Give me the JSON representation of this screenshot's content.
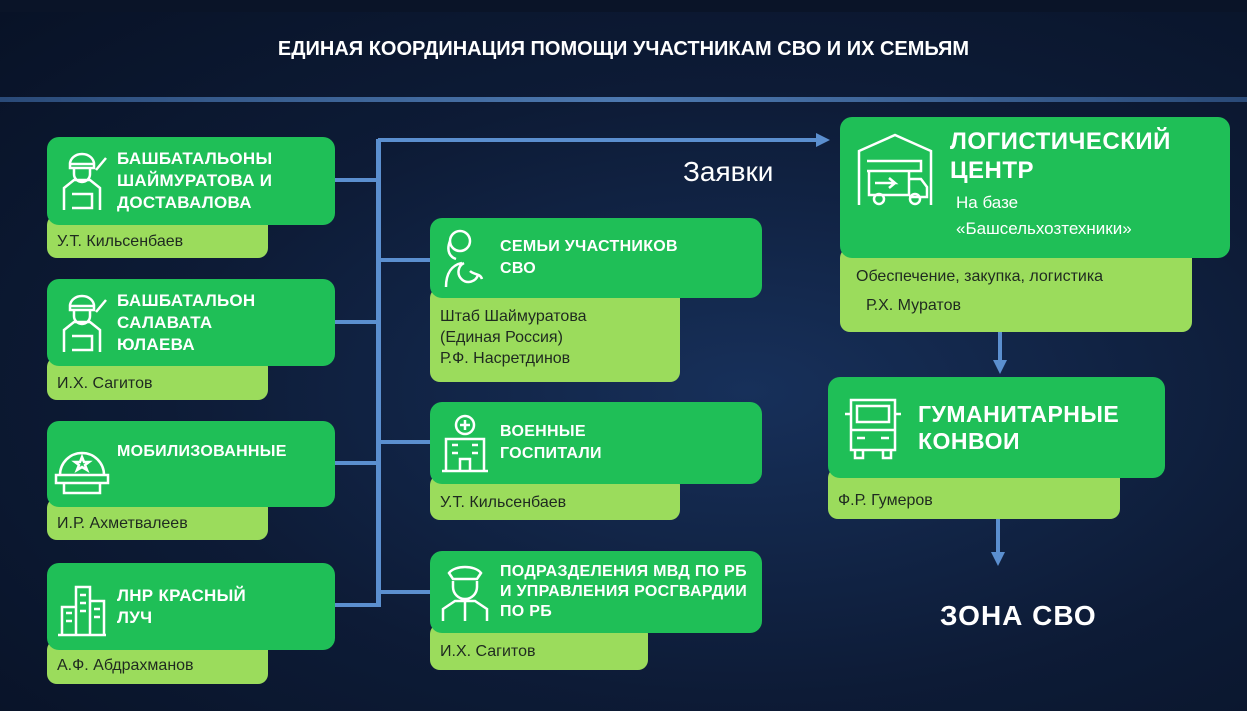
{
  "title": "ЕДИНАЯ КООРДИНАЦИЯ ПОМОЩИ УЧАСТНИКАМ СВО И ИХ СЕМЬЯМ",
  "requests_label": "Заявки",
  "zone_label": "ЗОНА СВО",
  "colors": {
    "dark_green": "#1fbf57",
    "light_green": "#9bdc5c",
    "line": "#5b8fcf",
    "background": "#0d1b36"
  },
  "left_cards": [
    {
      "title": "БАШБАТАЛЬОНЫ ШАЙМУРАТОВА И ДОСТАВАЛОВА",
      "person": "У.Т. Кильсенбаев",
      "icon": "soldier-salute-icon"
    },
    {
      "title": "БАШБАТАЛЬОН САЛАВАТА ЮЛАЕВА",
      "person": "И.Х. Сагитов",
      "icon": "soldier-salute-icon"
    },
    {
      "title": "МОБИЛИЗОВАННЫЕ",
      "person": "И.Р. Ахметвалеев",
      "icon": "helmet-icon"
    },
    {
      "title": "ЛНР КРАСНЫЙ ЛУЧ",
      "person": "А.Ф. Абдрахманов",
      "icon": "city-icon"
    }
  ],
  "middle_cards": [
    {
      "title": "СЕМЬИ УЧАСТНИКОВ СВО",
      "lines": [
        "Штаб Шаймуратова",
        "(Единая Россия)",
        "Р.Ф. Насретдинов"
      ],
      "icon": "mother-child-icon"
    },
    {
      "title": "ВОЕННЫЕ ГОСПИТАЛИ",
      "lines": [
        "У.Т. Кильсенбаев"
      ],
      "icon": "hospital-icon"
    },
    {
      "title": "ПОДРАЗДЕЛЕНИЯ МВД ПО РБ И УПРАВЛЕНИЯ РОСГВАРДИИ ПО РБ",
      "lines": [
        "И.Х. Сагитов"
      ],
      "icon": "police-officer-icon"
    }
  ],
  "logistics": {
    "title": "ЛОГИСТИЧЕСКИЙ ЦЕНТР",
    "subtitle1": "На базе",
    "subtitle2": "«Башсельхозтехники»",
    "desc": "Обеспечение, закупка, логистика",
    "person": "Р.Х. Муратов",
    "icon": "warehouse-truck-icon"
  },
  "convoys": {
    "title": "ГУМАНИТАРНЫЕ КОНВОИ",
    "person": "Ф.Р. Гумеров",
    "icon": "truck-icon"
  }
}
